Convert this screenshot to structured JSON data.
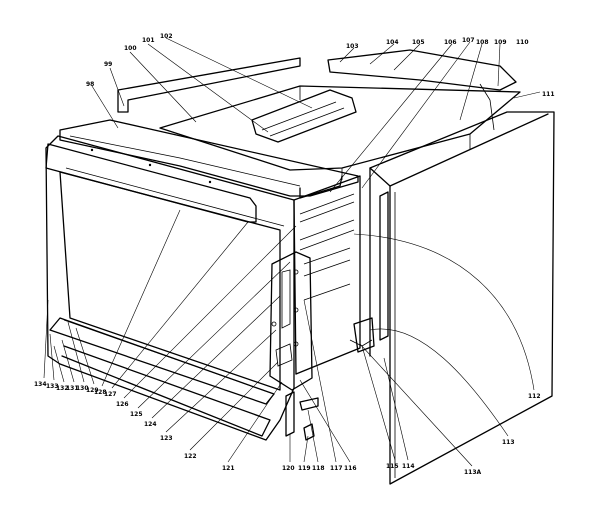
{
  "callouts": [
    {
      "id": "c98",
      "text": "98"
    },
    {
      "id": "c99",
      "text": "99"
    },
    {
      "id": "c100",
      "text": "100"
    },
    {
      "id": "c101",
      "text": "101"
    },
    {
      "id": "c102",
      "text": "102"
    },
    {
      "id": "c103",
      "text": "103"
    },
    {
      "id": "c104",
      "text": "104"
    },
    {
      "id": "c105",
      "text": "105"
    },
    {
      "id": "c106",
      "text": "106"
    },
    {
      "id": "c107",
      "text": "107"
    },
    {
      "id": "c108",
      "text": "108"
    },
    {
      "id": "c109",
      "text": "109"
    },
    {
      "id": "c110",
      "text": "110"
    },
    {
      "id": "c111",
      "text": "111"
    },
    {
      "id": "c112",
      "text": "112"
    },
    {
      "id": "c113",
      "text": "113"
    },
    {
      "id": "c113a",
      "text": "113A"
    },
    {
      "id": "c114",
      "text": "114"
    },
    {
      "id": "c115",
      "text": "115"
    },
    {
      "id": "c116",
      "text": "116"
    },
    {
      "id": "c117",
      "text": "117"
    },
    {
      "id": "c118",
      "text": "118"
    },
    {
      "id": "c119",
      "text": "119"
    },
    {
      "id": "c120",
      "text": "120"
    },
    {
      "id": "c121",
      "text": "121"
    },
    {
      "id": "c122",
      "text": "122"
    },
    {
      "id": "c123",
      "text": "123"
    },
    {
      "id": "c124",
      "text": "124"
    },
    {
      "id": "c125",
      "text": "125"
    },
    {
      "id": "c126",
      "text": "126"
    },
    {
      "id": "c127",
      "text": "127"
    },
    {
      "id": "c128",
      "text": "128"
    },
    {
      "id": "c129",
      "text": "129"
    },
    {
      "id": "c130",
      "text": "130"
    },
    {
      "id": "c131",
      "text": "131"
    },
    {
      "id": "c132",
      "text": "132"
    },
    {
      "id": "c133",
      "text": "133"
    },
    {
      "id": "c134",
      "text": "134"
    }
  ]
}
